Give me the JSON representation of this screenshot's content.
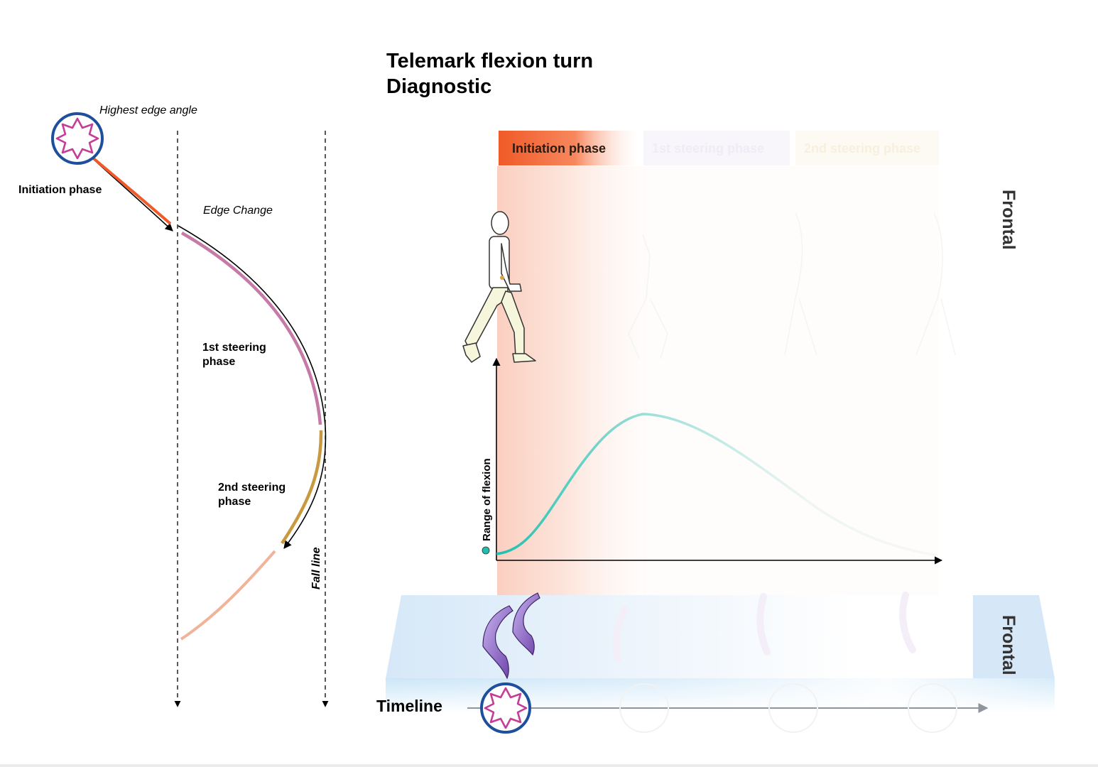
{
  "title": {
    "line1": "Telemark flexion turn",
    "line2": "Diagnostic"
  },
  "trajectory": {
    "highest_edge_angle": "Highest edge angle",
    "initiation_phase": "Initiation phase",
    "edge_change": "Edge Change",
    "steering1_line1": "1st steering",
    "steering1_line2": "phase",
    "steering2_line1": "2nd steering",
    "steering2_line2": "phase",
    "fall_line": "Fall line"
  },
  "phases": [
    {
      "label": "Initiation phase",
      "color": "#f05a28"
    },
    {
      "label": "1st steering phase",
      "color": "#c77aa8"
    },
    {
      "label": "2nd steering phase",
      "color": "#d9a050"
    }
  ],
  "views": {
    "top_label": "Frontal",
    "bottom_label": "Frontal"
  },
  "graph": {
    "ylabel": "Range of flexion",
    "curve_color": "#1fbfae"
  },
  "timeline": {
    "label": "Timeline"
  },
  "colors": {
    "star_ring": "#1e4f9c",
    "star": "#c43d97",
    "initiation": "#f05a28",
    "steering1": "#c77aa8",
    "steering2": "#c9993f",
    "exit": "#f0b49a",
    "ski_purple": "#9b7fd6",
    "platform": "#d7e9f8"
  }
}
